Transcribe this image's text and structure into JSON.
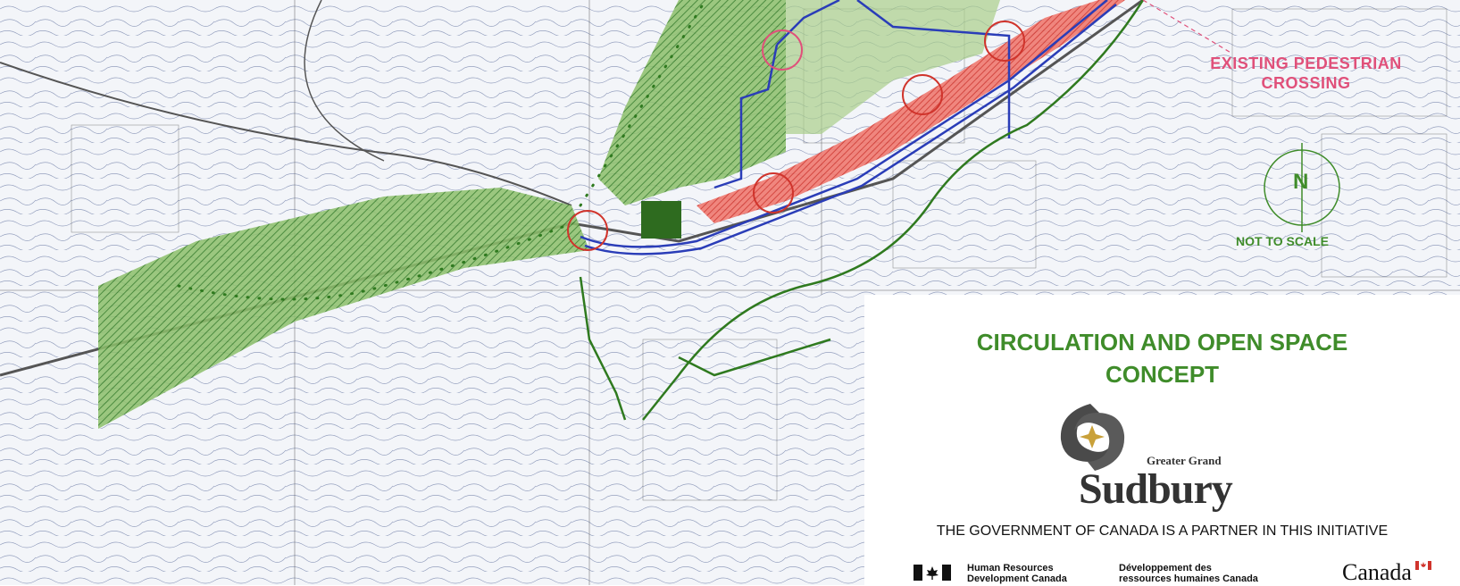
{
  "map": {
    "annotations": {
      "pedestrian_crossing": "EXISTING PEDESTRIAN CROSSING",
      "not_to_scale": "NOT TO SCALE",
      "north": "N"
    },
    "colors": {
      "open_space": "#6aa84f",
      "open_space_dark": "#2e6b1f",
      "trail": "#2f7a1f",
      "road": "#2a3db8",
      "commercial": "#e8453c",
      "crossing_circle": "#d0342c",
      "pedestrian_text": "#e0507a",
      "title": "#3f8c2a"
    },
    "icons": [
      "north-arrow-icon",
      "sudbury-logo-icon",
      "canada-flag-icon"
    ]
  },
  "legend": {
    "title_line1": "CIRCULATION AND OPEN SPACE",
    "title_line2": "CONCEPT",
    "logo": {
      "small_text": "Greater Grand",
      "name": "Sudbury"
    },
    "partner_statement": "THE GOVERNMENT OF CANADA IS A PARTNER IN THIS INITIATIVE",
    "dept_en_line1": "Human Resources",
    "dept_en_line2": "Development Canada",
    "dept_fr_line1": "Développement des",
    "dept_fr_line2": "ressources humaines Canada",
    "wordmark": "Canada"
  }
}
